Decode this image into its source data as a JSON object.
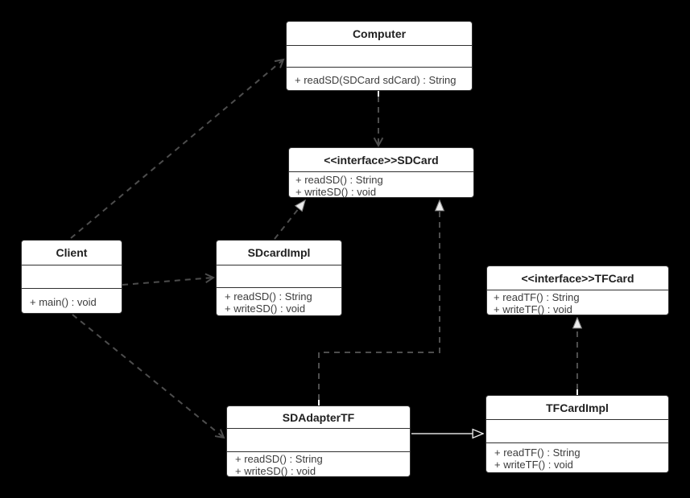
{
  "diagram": {
    "kind": "uml-class-diagram",
    "pattern": "Adapter (SDCard / TFCard)",
    "theme": {
      "bg": "#000000",
      "box_fill": "#ffffff",
      "box_border": "#2f2f2f",
      "title_color": "#1f1f1f",
      "text_color": "#3c3c3c",
      "connector": "#4d4d4d",
      "solid_arrow": "#dcdcdc",
      "triangle_fill": "#ececec"
    },
    "classes": {
      "computer": {
        "title": "Computer",
        "attributes": [],
        "methods": [
          "+ readSD(SDCard sdCard) : String"
        ]
      },
      "sdcard": {
        "title": "<<interface>>SDCard",
        "attributes": [],
        "methods": [
          "+ readSD() : String",
          "+ writeSD() : void"
        ]
      },
      "client": {
        "title": "Client",
        "attributes": [],
        "methods": [
          "+ main() : void"
        ]
      },
      "sdcardimpl": {
        "title": "SDcardImpl",
        "attributes": [],
        "methods": [
          "+ readSD() : String",
          "+ writeSD() : void"
        ]
      },
      "tfcard": {
        "title": "<<interface>>TFCard",
        "attributes": [],
        "methods": [
          "+ readTF() : String",
          "+ writeTF() : void"
        ]
      },
      "sdadaptertf": {
        "title": "SDAdapterTF",
        "attributes": [],
        "methods": [
          "+ readSD() : String",
          "+ writeSD() : void"
        ]
      },
      "tfcardimpl": {
        "title": "TFCardImpl",
        "attributes": [],
        "methods": [
          "+ readTF() : String",
          "+ writeTF() : void"
        ]
      }
    },
    "relations": [
      {
        "from": "Client",
        "to": "Computer",
        "type": "dependency",
        "style": "dashed, open V arrowhead"
      },
      {
        "from": "Computer",
        "to": "SDCard",
        "type": "dependency",
        "style": "dashed, open V arrowhead"
      },
      {
        "from": "Client",
        "to": "SDcardImpl",
        "type": "dependency",
        "style": "dashed, open V arrowhead"
      },
      {
        "from": "Client",
        "to": "SDAdapterTF",
        "type": "dependency",
        "style": "dashed, open V arrowhead"
      },
      {
        "from": "SDcardImpl",
        "to": "SDCard",
        "type": "realization",
        "style": "dashed, hollow triangle"
      },
      {
        "from": "SDAdapterTF",
        "to": "SDCard",
        "type": "realization",
        "style": "dashed, hollow triangle"
      },
      {
        "from": "TFCardImpl",
        "to": "TFCard",
        "type": "realization",
        "style": "dashed, hollow triangle"
      },
      {
        "from": "SDAdapterTF",
        "to": "TFCardImpl",
        "type": "association",
        "style": "solid, open triangle arrowhead"
      }
    ]
  }
}
